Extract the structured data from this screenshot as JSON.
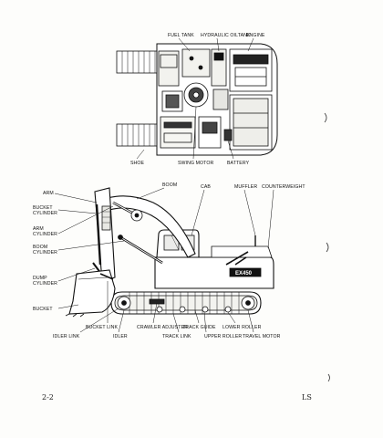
{
  "top_view": {
    "labels": {
      "fuel_tank": "FUEL TANK",
      "hydraulic_oiltank": "HYDRAULIC OILTANK",
      "engine": "ENGINE",
      "shoe": "SHOE",
      "swing_motor": "SWING MOTOR",
      "battery": "BATTERY"
    }
  },
  "side_view": {
    "labels": {
      "boom": "BOOM",
      "cab": "CAB",
      "muffler": "MUFFLER",
      "counterweight": "COUNTERWEIGHT",
      "arm": "ARM",
      "bucket_cylinder_1": "BUCKET",
      "bucket_cylinder_2": "CYLINDER",
      "arm_cylinder_1": "ARM",
      "arm_cylinder_2": "CYLINDER",
      "boom_cylinder_1": "BOOM",
      "boom_cylinder_2": "CYLINDER",
      "dump_cylinder_1": "DUMP",
      "dump_cylinder_2": "CYLINDER",
      "bucket": "BUCKET",
      "bucket_link": "BUCKET LINK",
      "idler_link": "IDLER LINK",
      "idler": "IDLER",
      "crawler_adjuster": "CRAWLER ADJUSTER",
      "track_link": "TRACK LINK",
      "track_guide": "TRACK GUIDE",
      "upper_roller": "UPPER ROLLER",
      "lower_roller": "LOWER ROLLER",
      "travel_motor": "TRAVEL MOTOR",
      "model_badge": "EX450"
    }
  },
  "footer": {
    "page_number": "2-2",
    "code": "LS"
  }
}
